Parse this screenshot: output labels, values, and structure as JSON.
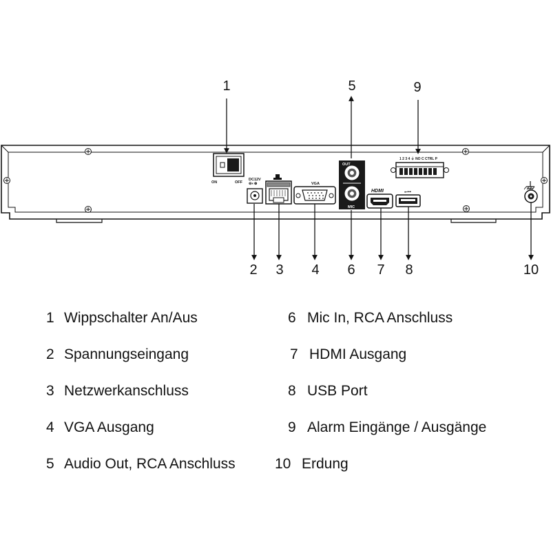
{
  "callouts": {
    "c1": "1",
    "c2": "2",
    "c3": "3",
    "c4": "4",
    "c5": "5",
    "c6": "6",
    "c7": "7",
    "c8": "8",
    "c9": "9",
    "c10": "10"
  },
  "panel_labels": {
    "on": "ON",
    "off": "OFF",
    "dc": "DC12V",
    "dc_polarity": "⊖◐⊕",
    "vga": "VGA",
    "audio_out": "OUT",
    "mic": "MIC",
    "hdmi": "HDMI",
    "usb": "⭠⊶",
    "alarm_terminals": "1 2 3 4 ⏚ NO C  CTRL  P"
  },
  "legend": [
    {
      "num": "1",
      "text": "Wippschalter An/Aus"
    },
    {
      "num": "2",
      "text": "Spannungseingang"
    },
    {
      "num": "3",
      "text": "Netzwerkanschluss"
    },
    {
      "num": "4",
      "text": "VGA Ausgang"
    },
    {
      "num": "5",
      "text": "Audio Out, RCA Anschluss"
    },
    {
      "num": "6",
      "text": "Mic In, RCA Anschluss"
    },
    {
      "num": "7",
      "text": "HDMI Ausgang"
    },
    {
      "num": "8",
      "text": "USB Port"
    },
    {
      "num": "9",
      "text": "Alarm Eingänge / Ausgänge"
    },
    {
      "num": "10",
      "text": "Erdung"
    }
  ],
  "colors": {
    "line": "#111111",
    "panel_fill": "#ffffff",
    "dark": "#1a1a1a"
  }
}
